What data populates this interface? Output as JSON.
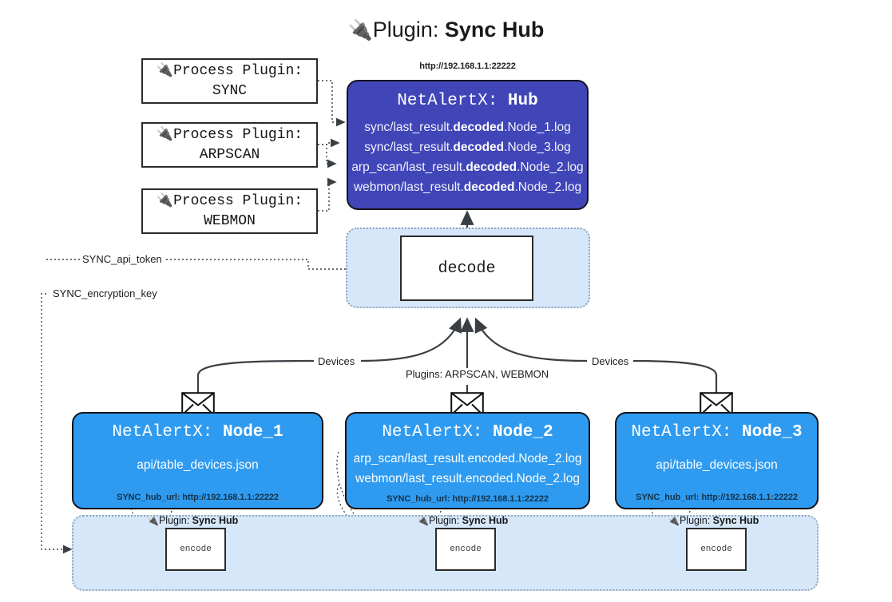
{
  "title": {
    "icon": "electric-plug-icon",
    "icon_glyph": "🔌",
    "prefix": "Plugin: ",
    "name": "Sync Hub"
  },
  "colors": {
    "hub_fill": "#4045b8",
    "node_fill": "#2f9bf0",
    "panel_fill": "#d5e7f9",
    "box_stroke": "#2b2b2b",
    "edge_stroke": "#3a3f44",
    "page_bg": "#ffffff"
  },
  "process_plugins": [
    {
      "line1": "Process Plugin:",
      "line2": "SYNC",
      "icon_glyph": "🔌"
    },
    {
      "line1": "Process Plugin:",
      "line2": "ARPSCAN",
      "icon_glyph": "🔌"
    },
    {
      "line1": "Process Plugin:",
      "line2": "WEBMON",
      "icon_glyph": "🔌"
    }
  ],
  "hub": {
    "url": "http://192.168.1.1:22222",
    "title_prefix": "NetAlertX: ",
    "title_name": "Hub",
    "lines": [
      {
        "pre": "sync/last_result.",
        "mid": "decoded",
        "post": ".Node_1.log"
      },
      {
        "pre": "sync/last_result.",
        "mid": "decoded",
        "post": ".Node_3.log"
      },
      {
        "pre": "arp_scan/last_result.",
        "mid": "decoded",
        "post": ".Node_2.log"
      },
      {
        "pre": "webmon/last_result.",
        "mid": "decoded",
        "post": ".Node_2.log"
      }
    ]
  },
  "decode": {
    "label": "decode"
  },
  "settings": {
    "api_token": "SYNC_api_token",
    "encryption_key": "SYNC_encryption_key"
  },
  "edge_labels": {
    "devices_left": "Devices",
    "devices_right": "Devices",
    "plugins_center": "Plugins: ARPSCAN, WEBMON"
  },
  "nodes": [
    {
      "id": "node-1",
      "title_prefix": "NetAlertX: ",
      "title_name": "Node_1",
      "lines": [
        "api/table_devices.json"
      ],
      "footer": "SYNC_hub_url: http://192.168.1.1:22222",
      "envelope_icon": "envelope-icon"
    },
    {
      "id": "node-2",
      "title_prefix": "NetAlertX: ",
      "title_name": "Node_2",
      "lines": [
        "arp_scan/last_result.encoded.Node_2.log",
        "webmon/last_result.encoded.Node_2.log"
      ],
      "footer": "SYNC_hub_url: http://192.168.1.1:22222",
      "envelope_icon": "envelope-icon"
    },
    {
      "id": "node-3",
      "title_prefix": "NetAlertX: ",
      "title_name": "Node_3",
      "lines": [
        "api/table_devices.json"
      ],
      "footer": "SYNC_hub_url: http://192.168.1.1:22222",
      "envelope_icon": "envelope-icon"
    }
  ],
  "encoders": [
    {
      "caption_prefix": "Plugin: ",
      "caption_name": "Sync Hub",
      "label": "encode",
      "icon_glyph": "🔌"
    },
    {
      "caption_prefix": "Plugin: ",
      "caption_name": "Sync Hub",
      "label": "encode",
      "icon_glyph": "🔌"
    },
    {
      "caption_prefix": "Plugin: ",
      "caption_name": "Sync Hub",
      "label": "encode",
      "icon_glyph": "🔌"
    }
  ]
}
